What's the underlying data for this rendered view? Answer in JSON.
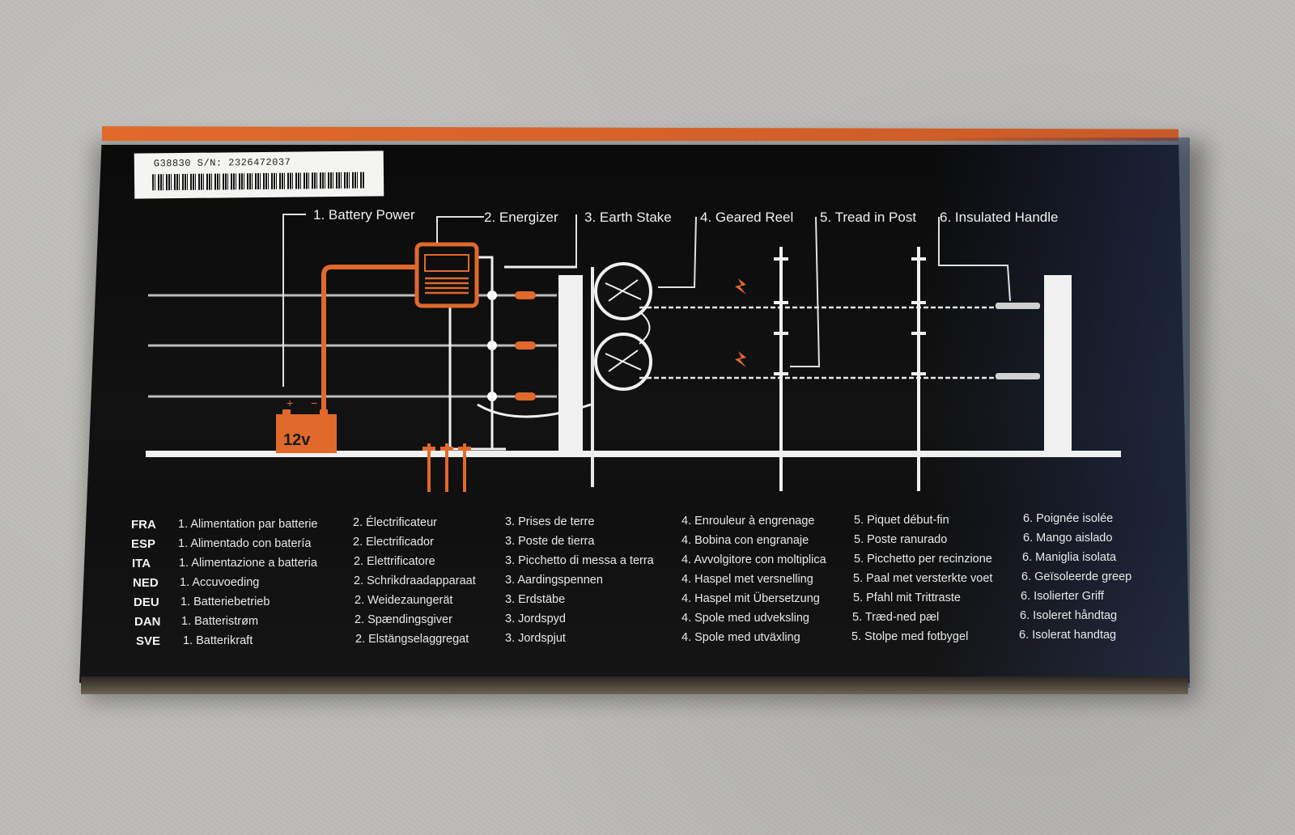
{
  "sticker": {
    "line": "G38830  S/N: 2326472037"
  },
  "headings": [
    {
      "id": "battery",
      "label": "1. Battery Power"
    },
    {
      "id": "energizer",
      "label": "2. Energizer"
    },
    {
      "id": "earth",
      "label": "3. Earth Stake"
    },
    {
      "id": "reel",
      "label": "4. Geared Reel"
    },
    {
      "id": "post",
      "label": "5. Tread in Post"
    },
    {
      "id": "handle",
      "label": "6. Insulated Handle"
    }
  ],
  "battery_label": "12v",
  "languages": [
    "FRA",
    "ESP",
    "ITA",
    "NED",
    "DEU",
    "DAN",
    "SVE"
  ],
  "translations": [
    [
      "1. Alimentation par batterie",
      "1. Alimentado con batería",
      "1. Alimentazione a batteria",
      "1. Accuvoeding",
      "1. Batteriebetrieb",
      "1. Batteristrøm",
      "1. Batterikraft"
    ],
    [
      "2. Électrificateur",
      "2. Electrificador",
      "2. Elettrificatore",
      "2. Schrikdraadapparaat",
      "2. Weidezaungerät",
      "2. Spændingsgiver",
      "2. Elstängselaggregat"
    ],
    [
      "3. Prises de terre",
      "3. Poste de tierra",
      "3. Picchetto di messa a terra",
      "3. Aardingspennen",
      "3. Erdstäbe",
      "3. Jordspyd",
      "3. Jordspjut"
    ],
    [
      "4. Enrouleur à engrenage",
      "4. Bobina con engranaje",
      "4. Avvolgitore con moltiplica",
      "4. Haspel met versnelling",
      "4. Haspel mit Übersetzung",
      "4. Spole med udveksling",
      "4. Spole med utväxling"
    ],
    [
      "5. Piquet début-fin",
      "5. Poste ranurado",
      "5. Picchetto per recinzione",
      "5. Paal met versterkte voet",
      "5. Pfahl mit Trittraste",
      "5. Træd-ned pæl",
      "5. Stolpe med fotbygel"
    ],
    [
      "6. Poignée isolée",
      "6. Mango aislado",
      "6. Maniglia isolata",
      "6. Geïsoleerde greep",
      "6. Isolierter Griff",
      "6. Isoleret håndtag",
      "6. Isolerat handtag"
    ]
  ],
  "colors": {
    "orange": "#e0692b",
    "box": "#0e0e0e",
    "text": "#ececec"
  }
}
